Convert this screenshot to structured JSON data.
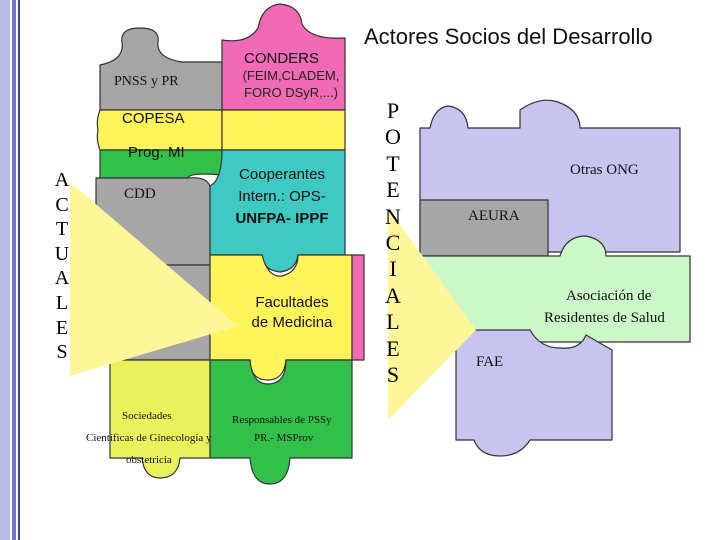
{
  "title": "Actores Socios del Desarrollo",
  "left_vertical": [
    "A",
    "C",
    "T",
    "U",
    "A",
    "L",
    "E",
    "S"
  ],
  "right_vertical": [
    "P",
    "O",
    "T",
    "E",
    "N",
    "C",
    "I",
    "A",
    "L",
    "E",
    "S"
  ],
  "pieces": {
    "conders": "CONDERS",
    "feim": "(FEIM,CLADEM,",
    "foro": "FORO DSyR,...)",
    "pnss": "PNSS y PR",
    "copesa": "COPESA",
    "progmi": "Prog. MI",
    "cdd": "CDD",
    "coop1": "Cooperantes",
    "coop2": "Intern.: OPS-",
    "coop3": "UNFPA- IPPF",
    "fac1": "Facultades",
    "fac2": "de Medicina",
    "soc1": "Sociedades",
    "soc2": "Científicas de Ginecología y",
    "soc3": "obstetricia",
    "resp1": "Responsables de PSSy",
    "resp2": "PR.- MSProv",
    "otras": "Otras ONG",
    "aeura": "AEURA",
    "asoc1": "Asociación de",
    "asoc2": "Residentes de Salud",
    "fae": "FAE"
  },
  "colors": {
    "gray": "#a6a6a6",
    "pink": "#f06ab6",
    "yellow": "#fff45a",
    "teal": "#3fc9c3",
    "green": "#33c04a",
    "lavender": "#c7c4f0",
    "lightgreen": "#ccf7c8",
    "arrow": "#fff69a",
    "bar": "#6f78c9"
  }
}
